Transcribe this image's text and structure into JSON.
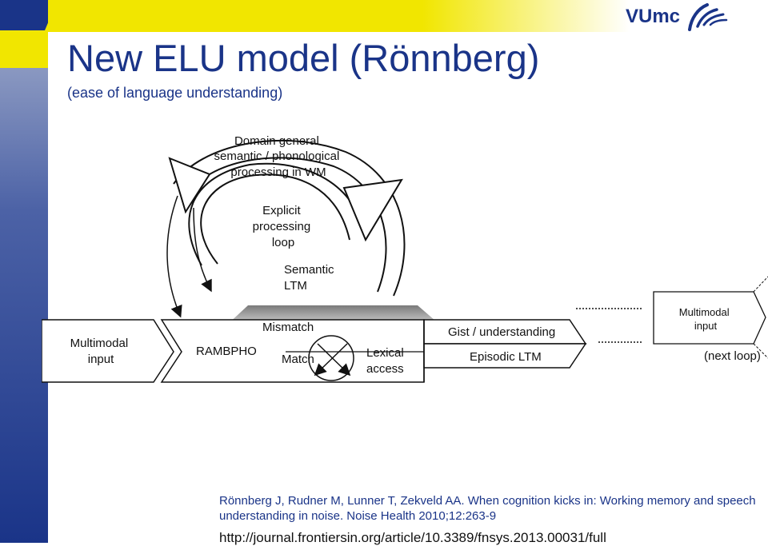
{
  "header": {
    "logo_text": "VUmc",
    "title": "New ELU model (Rönnberg)",
    "subtitle": "(ease of language understanding)"
  },
  "diagram": {
    "domain_general": [
      "Domain general",
      "semantic / phonological",
      "processing in WM"
    ],
    "explicit_loop": [
      "Explicit",
      "processing",
      "loop"
    ],
    "semantic_ltm": [
      "Semantic",
      "LTM"
    ],
    "multimodal_input": [
      "Multimodal",
      "input"
    ],
    "rambpho": "RAMBPHO",
    "mismatch": "Mismatch",
    "match": "Match",
    "lexical_access": [
      "Lexical",
      "access"
    ],
    "gist": "Gist / understanding",
    "episodic_ltm": "Episodic LTM",
    "next_input": [
      "Multimodal",
      "input"
    ],
    "next_loop": "(next loop)"
  },
  "footer": {
    "citation": "Rönnberg J, Rudner M, Lunner T, Zekveld AA. When cognition kicks in: Working memory and speech understanding in noise. Noise Health 2010;12:263-9",
    "url": "http://journal.frontiersin.org/article/10.3389/fnsys.2013.00031/full"
  },
  "colors": {
    "brand_blue": "#1a3488",
    "yellow": "#f1e600"
  }
}
